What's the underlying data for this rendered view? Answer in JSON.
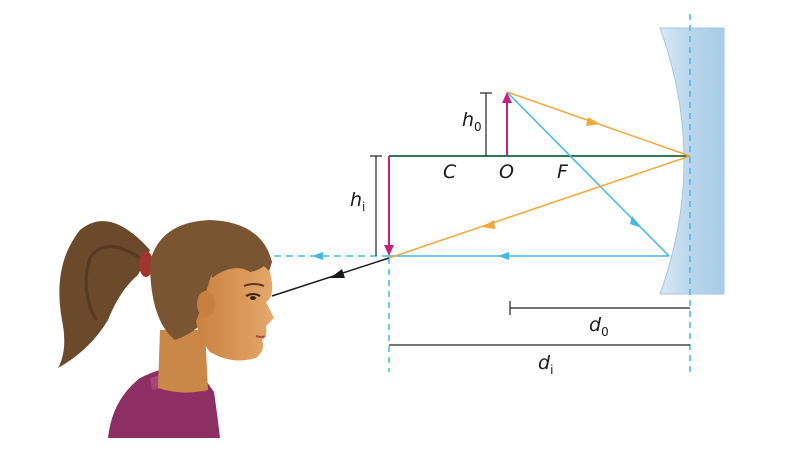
{
  "labels": {
    "object_height": "h",
    "object_height_sub": "0",
    "image_height": "h",
    "image_height_sub": "i",
    "center": "C",
    "object": "O",
    "focus": "F",
    "object_distance": "d",
    "object_distance_sub": "0",
    "image_distance": "d",
    "image_distance_sub": "i"
  },
  "colors": {
    "axis": "#2f7d4f",
    "object_arrow": "#c2237e",
    "ray_orange": "#f3a63a",
    "ray_blue": "#44b8e3",
    "mirror_fill": "#c7dff2",
    "dashed": "#44b8e3",
    "dimension": "#222222",
    "hair": "#6b4a2b",
    "skin": "#d9965a",
    "shirt": "#8e2f63"
  },
  "icons": {
    "viewer": "girl-face-icon",
    "mirror": "concave-mirror-icon"
  }
}
